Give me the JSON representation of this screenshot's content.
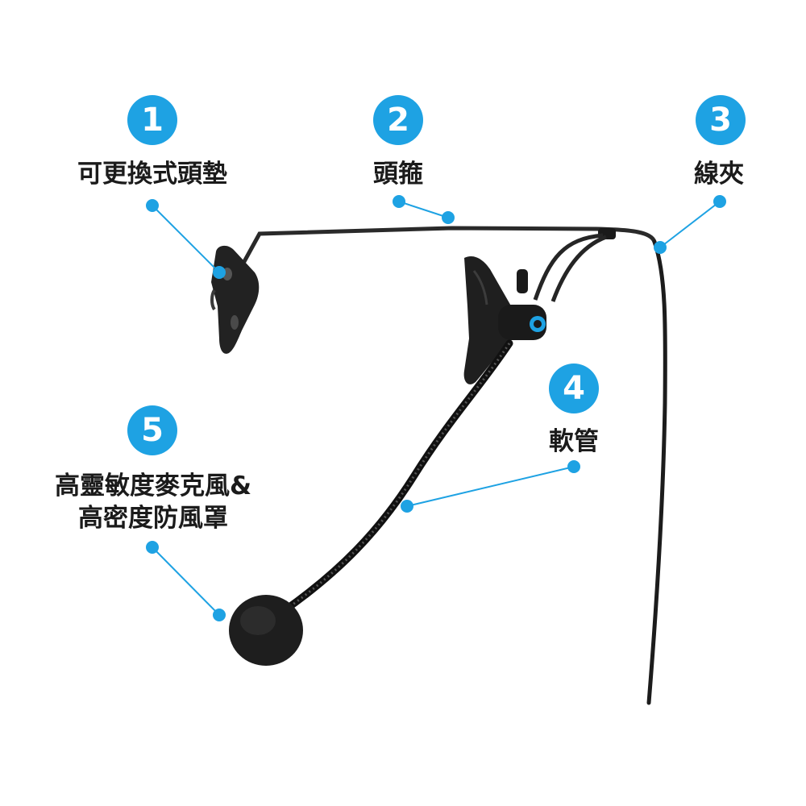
{
  "colors": {
    "accent": "#1ea2e3",
    "label_text": "#1b1b1b",
    "device": "#1e1e1e"
  },
  "callouts": [
    {
      "number": "1",
      "label": "可更換式頭墊"
    },
    {
      "number": "2",
      "label": "頭箍"
    },
    {
      "number": "3",
      "label": "線夾"
    },
    {
      "number": "4",
      "label": "軟管"
    },
    {
      "number": "5",
      "label_line1": "高靈敏度麥克風&",
      "label_line2": "高密度防風罩"
    }
  ],
  "icons": {
    "brand_logo": "brand-logo-icon"
  }
}
